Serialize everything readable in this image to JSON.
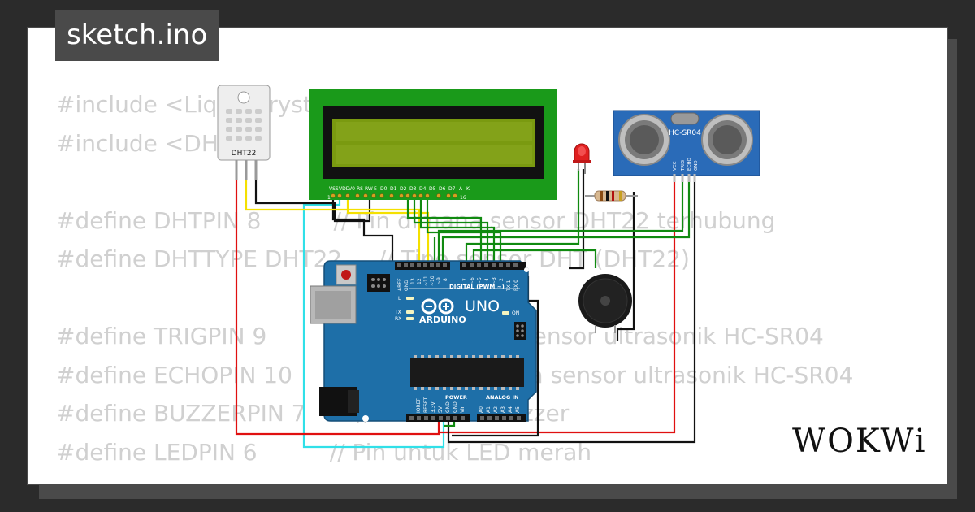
{
  "tab": {
    "title": "sketch.ino"
  },
  "code_lines": [
    "#include <LiquidCrystal_I2C.h>",
    "#include <DHT.h>",
    "",
    "#define DHTPIN 8          // Pin dimana sensor DHT22 terhubung",
    "#define DHTTYPE DHT22     // Tipe sensor DHT (DHT22)",
    "",
    "#define TRIGPIN 9         // Pin TRIG pada sensor ultrasonik HC-SR04",
    "#define ECHOPIN 10        // Pin ECHO pada sensor ultrasonik HC-SR04",
    "#define BUZZERPIN 7       // Pin untuk buzzer",
    "#define LEDPIN 6          // Pin untuk LED merah"
  ],
  "components": {
    "dht": {
      "label": "DHT22"
    },
    "lcd": {
      "pin_labels": [
        "VSS",
        "VDD",
        "V0",
        "RS",
        "RW",
        "E",
        "D0",
        "D1",
        "D2",
        "D3",
        "D4",
        "D5",
        "D6",
        "D7",
        "A",
        "K"
      ],
      "pin_first": "1",
      "pin_last": "16"
    },
    "ultrasonic": {
      "label": "HC-SR04",
      "pins": [
        "VCC",
        "TRIG",
        "ECHO",
        "GND"
      ]
    },
    "arduino": {
      "model": "UNO",
      "brand": "ARDUINO",
      "digital_label": "DIGITAL (PWM ~)",
      "power_label": "POWER",
      "analog_label": "ANALOG IN",
      "on_label": "ON",
      "l_label": "L",
      "tx_label": "TX",
      "rx_label": "RX",
      "digital_pins": [
        "AREF",
        "GND",
        "13",
        "12",
        "~11",
        "~10",
        "~9",
        "8",
        "7",
        "~6",
        "~5",
        "4",
        "~3",
        "2",
        "TX 1",
        "RX 0"
      ],
      "power_pins": [
        "IOREF",
        "RESET",
        "3.3V",
        "5V",
        "GND",
        "GND",
        "Vin"
      ],
      "analog_pins": [
        "A0",
        "A1",
        "A2",
        "A3",
        "A4",
        "A5"
      ]
    }
  },
  "brand": {
    "name": "WOKWi"
  },
  "colors": {
    "wire_red": "#e01010",
    "wire_black": "#111111",
    "wire_green": "#108a10",
    "wire_yellow": "#f4e000",
    "wire_cyan": "#30e0e8",
    "board": "#1e6fa8",
    "lcd_pcb": "#1a9a1a",
    "lcd_screen": "#7a9a10"
  }
}
